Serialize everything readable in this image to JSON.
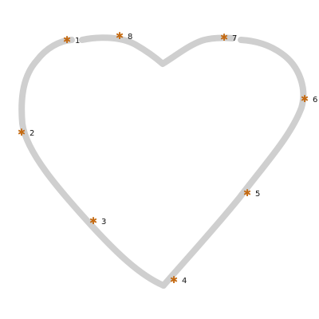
{
  "colors": {
    "background": "#ffffff",
    "stroke": "#cfcfcf",
    "point": "#c46a12",
    "label": "#111111"
  },
  "points": [
    {
      "label": "1"
    },
    {
      "label": "2"
    },
    {
      "label": "3"
    },
    {
      "label": "4"
    },
    {
      "label": "5"
    },
    {
      "label": "6"
    },
    {
      "label": "7"
    },
    {
      "label": "8"
    }
  ]
}
